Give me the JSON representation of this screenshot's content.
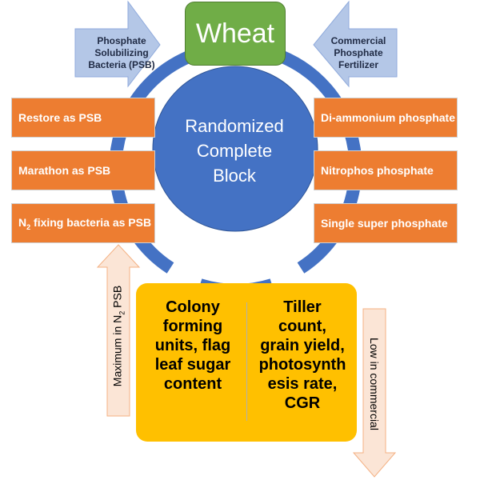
{
  "top": {
    "title": "Wheat"
  },
  "center": {
    "line1": "Randomized",
    "line2": "Complete",
    "line3": "Block"
  },
  "left_arrow": {
    "line1": "Phosphate",
    "line2": "Solubilizing",
    "line3": "Bacteria (PSB)"
  },
  "right_arrow": {
    "line1": "Commercial",
    "line2": "Phosphate",
    "line3": "Fertilizer"
  },
  "left_boxes": {
    "b1": "Restore as PSB",
    "b2": "Marathon as PSB",
    "b3_pre": "N",
    "b3_sub": "2",
    "b3_post": " fixing bacteria as PSB"
  },
  "right_boxes": {
    "b1": "Di-ammonium phosphate",
    "b2": "Nitrophos phosphate",
    "b3": "Single super phosphate"
  },
  "results": {
    "left_l1": "Colony",
    "left_l2": "forming",
    "left_l3": "units, flag",
    "left_l4": "leaf sugar",
    "left_l5": "content",
    "right_l1": "Tiller",
    "right_l2": "count,",
    "right_l3": "grain yield,",
    "right_l4": "photosynth",
    "right_l5": "esis rate,",
    "right_l6": "CGR"
  },
  "side_labels": {
    "up_pre": "Maximum in N",
    "up_sub": "2",
    "up_post": " PSB",
    "down": "Low in commercial"
  },
  "colors": {
    "ring": "#4472c4",
    "box": "#ed7d31",
    "wheat": "#70ad47",
    "arrow": "#b4c7e7",
    "results": "#ffc000",
    "side_arrow": "#fbe5d6"
  }
}
